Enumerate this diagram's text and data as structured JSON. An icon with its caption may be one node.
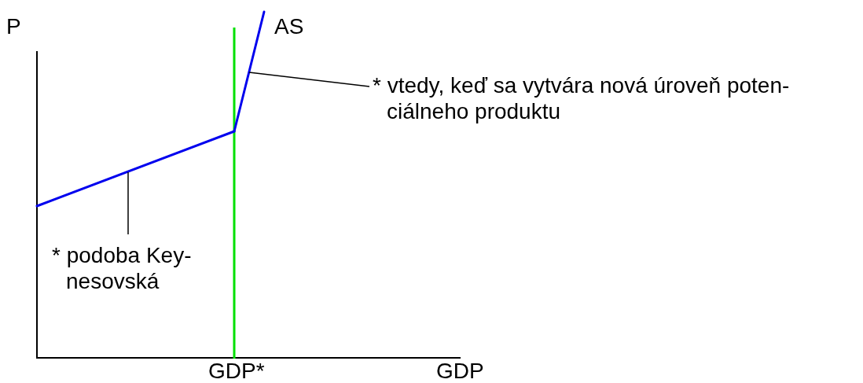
{
  "diagram": {
    "nodes": [
      {
        "text": [],
        "shape": "line"
      },
      {
        "text": [],
        "shape": "line"
      },
      {
        "text": [
          "* vtedy, keď sa vytvára nová úroveň poten- ciálneho produktu"
        ]
      },
      {
        "text": [
          "* podoba Key- nesovská"
        ]
      }
    ],
    "edges": [
      {
        "from": 2,
        "to": 1,
        "arrow": "none"
      },
      {
        "from": 3,
        "to": 0,
        "arrow": "none"
      }
    ],
    "labels": [
      "P",
      "AS",
      "GDP*",
      "GDP"
    ]
  }
}
